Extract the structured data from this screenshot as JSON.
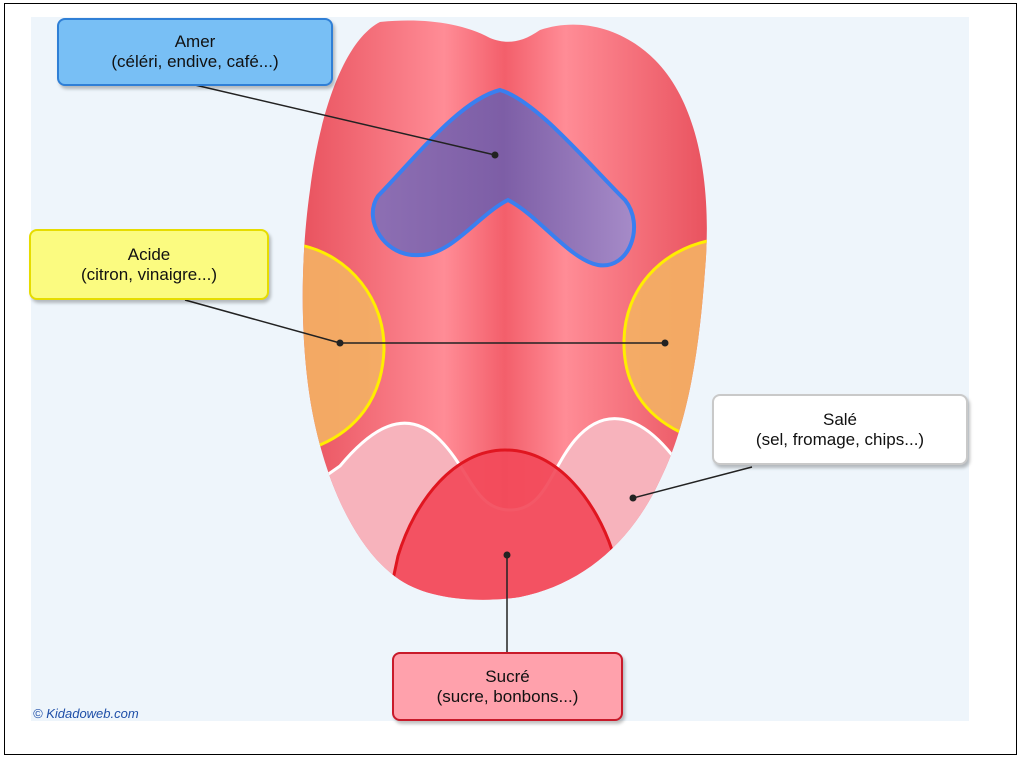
{
  "colors": {
    "tongue": "#f0626e",
    "tongue_highlight": "#ff8f98",
    "bitter": "#9a7bbf",
    "bitter_stroke": "#3a7ff0",
    "sour": "#f3b064",
    "sour_stroke": "#ffee00",
    "salty": "#f7b3bc",
    "salty_stroke": "#ffffff",
    "sweet": "#f24a5a",
    "sweet_stroke": "#e01620"
  },
  "labels": {
    "amer": {
      "title": "Amer",
      "examples": "(céléri, endive, café...)"
    },
    "acide": {
      "title": "Acide",
      "examples": "(citron, vinaigre...)"
    },
    "sale": {
      "title": "Salé",
      "examples": "(sel, fromage, chips...)"
    },
    "sucre": {
      "title": "Sucré",
      "examples": "(sucre, bonbons...)"
    }
  },
  "credit": "© Kidadoweb.com"
}
